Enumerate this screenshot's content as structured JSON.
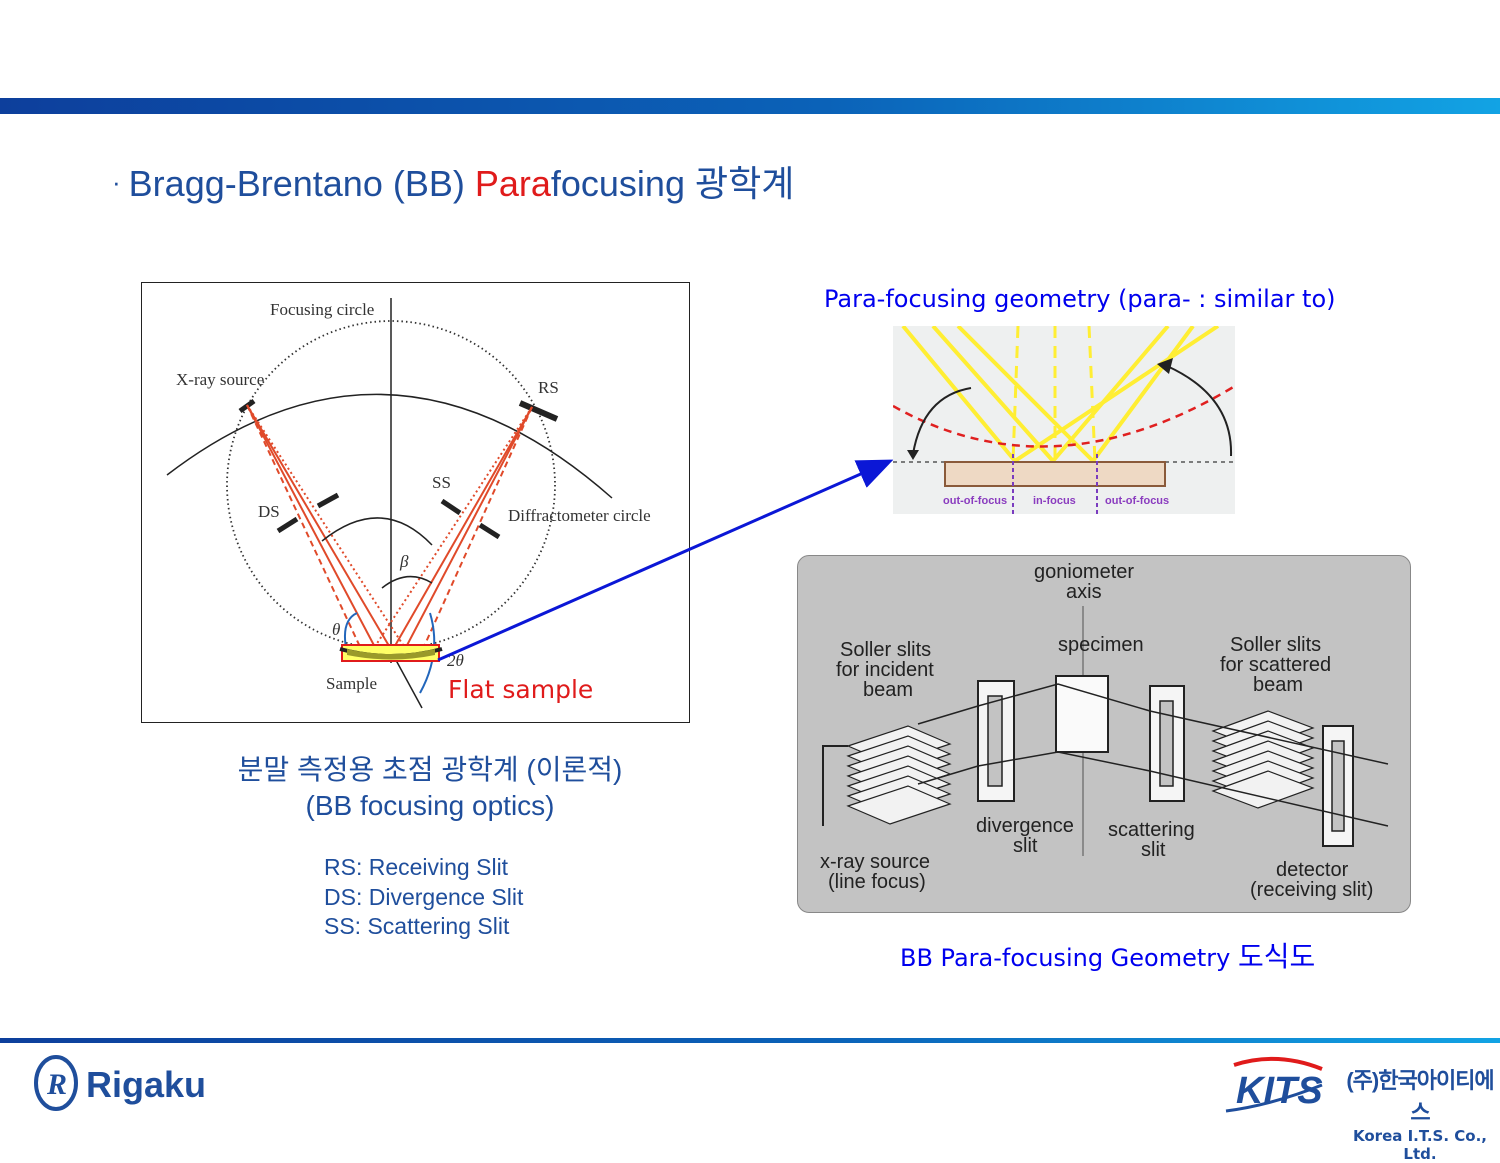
{
  "header": {
    "bullet": "·",
    "title_part1": "Bragg-Brentano (BB) ",
    "title_red": "Para",
    "title_part2": "focusing 광학계"
  },
  "left_figure": {
    "labels": {
      "focusing_circle": "Focusing circle",
      "xray_source": "X-ray source",
      "rs": "RS",
      "ss": "SS",
      "ds": "DS",
      "diffractometer_circle": "Diffractometer circle",
      "beta": "β",
      "theta": "θ",
      "two_theta": "2θ",
      "sample": "Sample"
    },
    "flat_sample": "Flat sample",
    "caption_line1": "분말 측정용 초점 광학계 (이론적)",
    "caption_line2": "(BB focusing optics)",
    "abbreviations": [
      "RS: Receiving Slit",
      "DS: Divergence Slit",
      "SS: Scattering Slit"
    ]
  },
  "right_top": {
    "title": "Para-focusing geometry (para- : similar to)",
    "labels": {
      "out_left": "out-of-focus",
      "in_focus": "in-focus",
      "out_right": "out-of-focus"
    }
  },
  "right_bottom": {
    "labels": {
      "goniometer_axis_1": "goniometer",
      "goniometer_axis_2": "axis",
      "soller_incident_1": "Soller slits",
      "soller_incident_2": "for incident",
      "soller_incident_3": "beam",
      "specimen": "specimen",
      "soller_scattered_1": "Soller slits",
      "soller_scattered_2": "for scattered",
      "soller_scattered_3": "beam",
      "divergence_1": "divergence",
      "divergence_2": "slit",
      "scattering_1": "scattering",
      "scattering_2": "slit",
      "xray_1": "x-ray source",
      "xray_2": "(line focus)",
      "detector_1": "detector",
      "detector_2": "(receiving slit)"
    },
    "caption_en": "BB Para-focusing Geometry ",
    "caption_kr": "도식도"
  },
  "footer": {
    "rigaku": "Rigaku",
    "kits": "KITS",
    "kits_kr": "(주)한국아이티에스",
    "kits_en": "Korea I.T.S. Co., Ltd."
  },
  "colors": {
    "title_blue": "#1f4e9c",
    "accent_red": "#e01b1b",
    "link_blue": "#0000ee",
    "arrow_blue": "#0b17d6"
  }
}
